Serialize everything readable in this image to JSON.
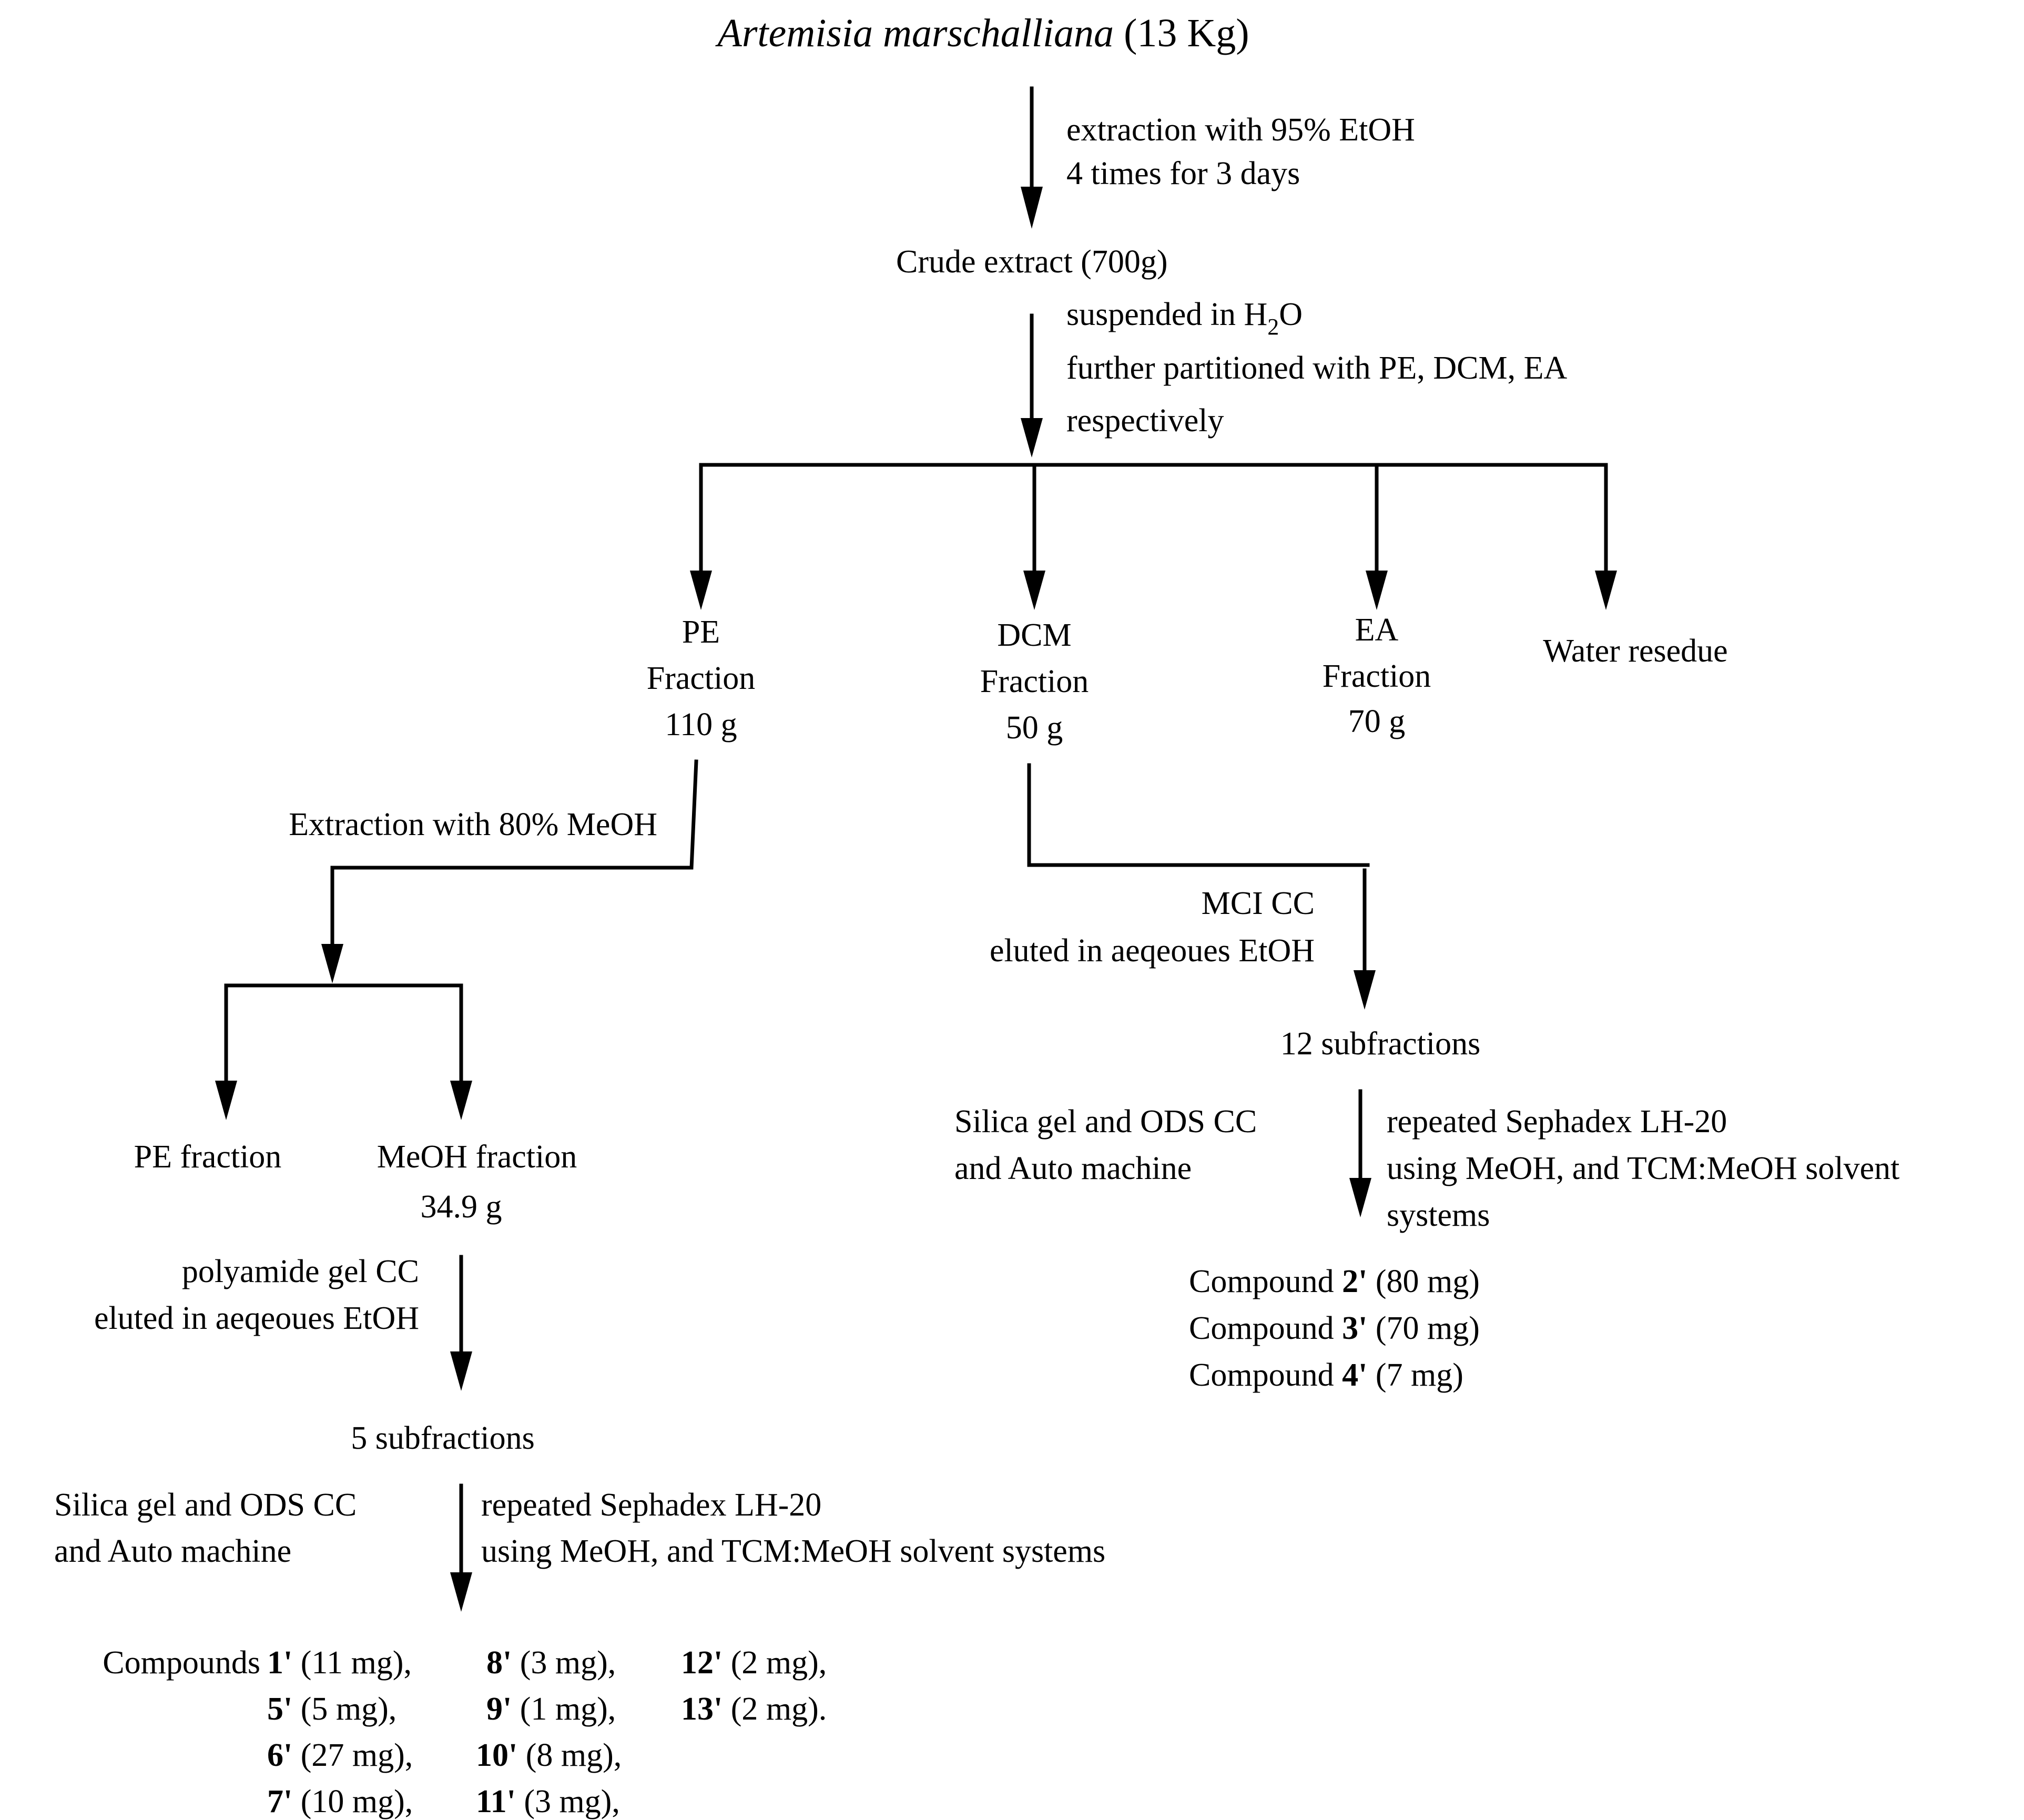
{
  "title": {
    "species": "Artemisia marschalliana",
    "amount": " (13 Kg)"
  },
  "steps": {
    "extraction_1": "extraction with 95% EtOH",
    "extraction_2": "4 times for 3 days",
    "crude_extract": "Crude extract (700g)",
    "suspended_prefix": "suspended in H",
    "suspended_sub": "2",
    "suspended_suffix": "O",
    "partition": "further partitioned with PE, DCM, EA",
    "respectively": "respectively"
  },
  "fractions": {
    "pe": {
      "line1": "PE",
      "line2": "Fraction",
      "line3": "110 g"
    },
    "dcm": {
      "line1": "DCM",
      "line2": "Fraction",
      "line3": "50 g"
    },
    "ea": {
      "line1": "EA",
      "line2": "Fraction",
      "line3": "70 g"
    },
    "water": "Water resedue"
  },
  "pe_branch": {
    "extraction": "Extraction with 80% MeOH",
    "pe_fraction": "PE fraction",
    "meoh_fraction": "MeOH fraction",
    "meoh_weight": "34.9 g",
    "polyamide_1": "polyamide gel CC",
    "polyamide_2": "eluted in aeqeoues EtOH",
    "subfractions": "5 subfractions",
    "silica_1": "Silica gel and ODS CC",
    "silica_2": "and Auto machine",
    "sephadex_1": "repeated Sephadex LH-20",
    "sephadex_2": "using MeOH, and TCM:MeOH solvent systems",
    "compounds_label": "Compounds",
    "compounds": [
      {
        "id": "1'",
        "amount": " (11 mg),"
      },
      {
        "id": "8'",
        "amount": " (3 mg),"
      },
      {
        "id": "12'",
        "amount": " (2 mg),"
      },
      {
        "id": "5'",
        "amount": " (5 mg),"
      },
      {
        "id": "9'",
        "amount": " (1 mg),"
      },
      {
        "id": "13'",
        "amount": " (2 mg)."
      },
      {
        "id": "6'",
        "amount": " (27 mg),"
      },
      {
        "id": "10'",
        "amount": " (8 mg),"
      },
      {
        "id": "7'",
        "amount": " (10 mg),"
      },
      {
        "id": "11'",
        "amount": " (3 mg),"
      }
    ]
  },
  "dcm_branch": {
    "mci_1": "MCI CC",
    "mci_2": "eluted in aeqeoues EtOH",
    "subfractions": "12 subfractions",
    "silica_1": "Silica gel and ODS CC",
    "silica_2": "and Auto machine",
    "sephadex_1": "repeated Sephadex LH-20",
    "sephadex_2": "using MeOH, and TCM:MeOH solvent",
    "sephadex_3": "systems",
    "compound_word": "Compound",
    "compounds": [
      {
        "id": "2'",
        "amount": " (80 mg)"
      },
      {
        "id": "3'",
        "amount": " (70 mg)"
      },
      {
        "id": "4'",
        "amount": " (7 mg)"
      }
    ]
  }
}
